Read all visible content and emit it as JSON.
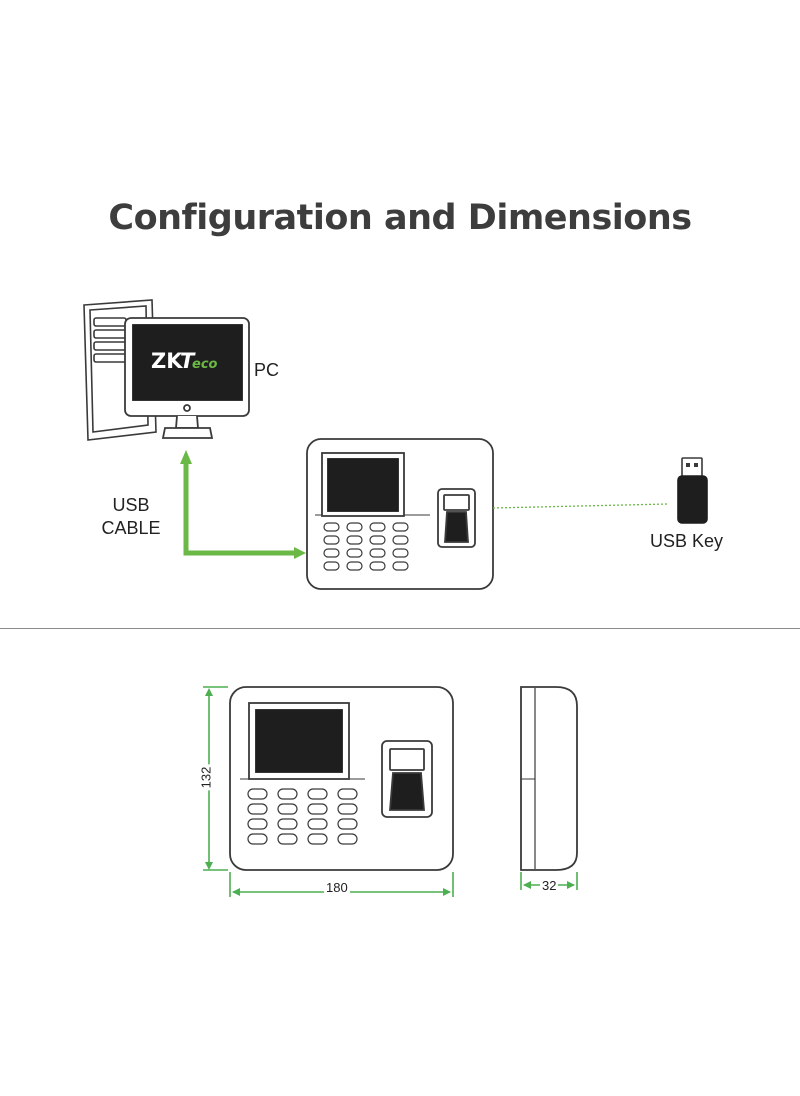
{
  "title": "Configuration and Dimensions",
  "labels": {
    "pc": "PC",
    "usb_cable_line1": "USB",
    "usb_cable_line2": "CABLE",
    "usb_key": "USB Key",
    "logo": "ZKTeco"
  },
  "dimensions": {
    "width": "180",
    "height": "132",
    "depth": "32"
  },
  "colors": {
    "accent_green": "#6ab845",
    "dimension_green": "#4caf50",
    "line": "#3a3a3a",
    "title": "#3d3d3d",
    "logo_red": "#d42e2e"
  }
}
